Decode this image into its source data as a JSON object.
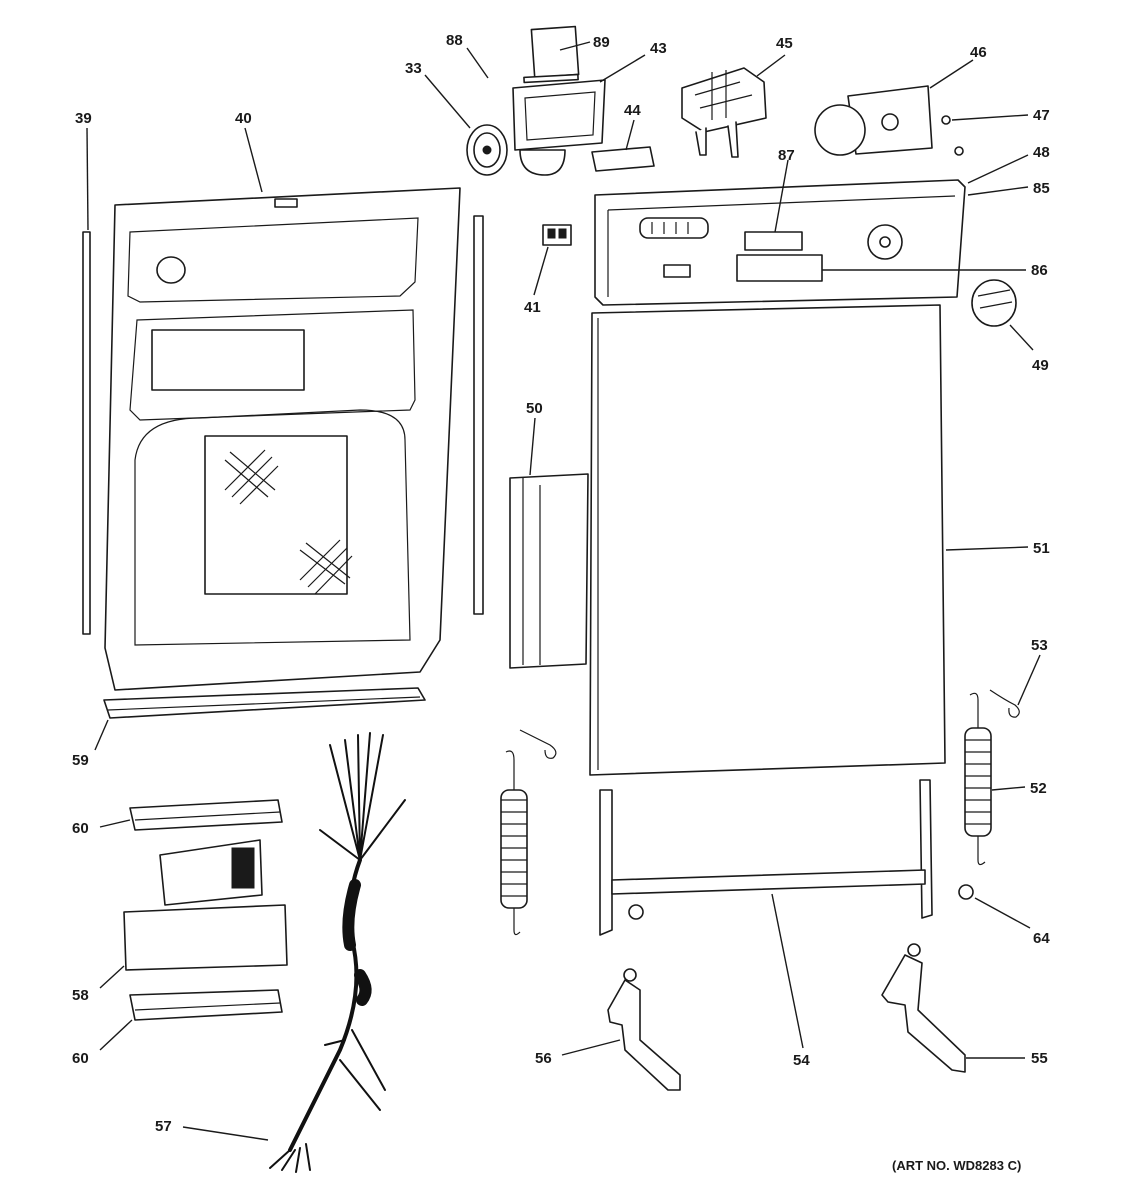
{
  "diagram": {
    "art_number": "(ART NO. WD8283 C)",
    "callouts": [
      {
        "id": "c33",
        "text": "33"
      },
      {
        "id": "c39",
        "text": "39"
      },
      {
        "id": "c40",
        "text": "40"
      },
      {
        "id": "c41",
        "text": "41"
      },
      {
        "id": "c43",
        "text": "43"
      },
      {
        "id": "c44",
        "text": "44"
      },
      {
        "id": "c45",
        "text": "45"
      },
      {
        "id": "c46",
        "text": "46"
      },
      {
        "id": "c47",
        "text": "47"
      },
      {
        "id": "c48",
        "text": "48"
      },
      {
        "id": "c49",
        "text": "49"
      },
      {
        "id": "c50",
        "text": "50"
      },
      {
        "id": "c51",
        "text": "51"
      },
      {
        "id": "c52",
        "text": "52"
      },
      {
        "id": "c53",
        "text": "53"
      },
      {
        "id": "c54",
        "text": "54"
      },
      {
        "id": "c55",
        "text": "55"
      },
      {
        "id": "c56",
        "text": "56"
      },
      {
        "id": "c57",
        "text": "57"
      },
      {
        "id": "c58",
        "text": "58"
      },
      {
        "id": "c59",
        "text": "59"
      },
      {
        "id": "c60a",
        "text": "60"
      },
      {
        "id": "c60b",
        "text": "60"
      },
      {
        "id": "c64",
        "text": "64"
      },
      {
        "id": "c85",
        "text": "85"
      },
      {
        "id": "c86",
        "text": "86"
      },
      {
        "id": "c87",
        "text": "87"
      },
      {
        "id": "c88",
        "text": "88"
      },
      {
        "id": "c89",
        "text": "89"
      }
    ]
  }
}
